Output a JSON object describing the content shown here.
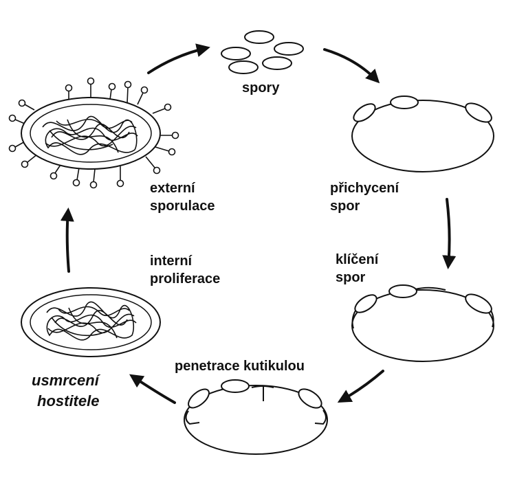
{
  "labels": {
    "spory": "spory",
    "externi_1": "externí",
    "externi_2": "sporulace",
    "prichyceni_1": "přichycení",
    "prichyceni_2": "spor",
    "interni_1": "interní",
    "interni_2": "proliferace",
    "kliceni_1": "klíčení",
    "kliceni_2": "spor",
    "penetrace": "penetrace kutikulou",
    "usmrceni_1": "usmrcení",
    "usmrceni_2": "hostitele"
  },
  "colors": {
    "ink": "#111111",
    "background": "#ffffff"
  }
}
